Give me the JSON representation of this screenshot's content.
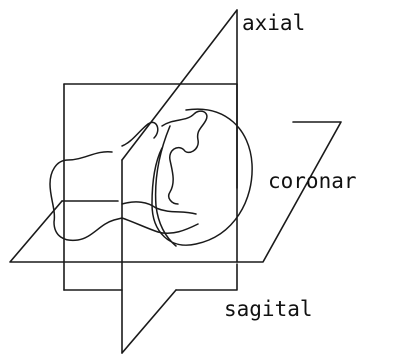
{
  "labels": {
    "axial": "axial",
    "coronar": "coronar",
    "sagital": "sagital"
  },
  "colors": {
    "ink": "#1a1a1a",
    "background": "#ffffff"
  }
}
